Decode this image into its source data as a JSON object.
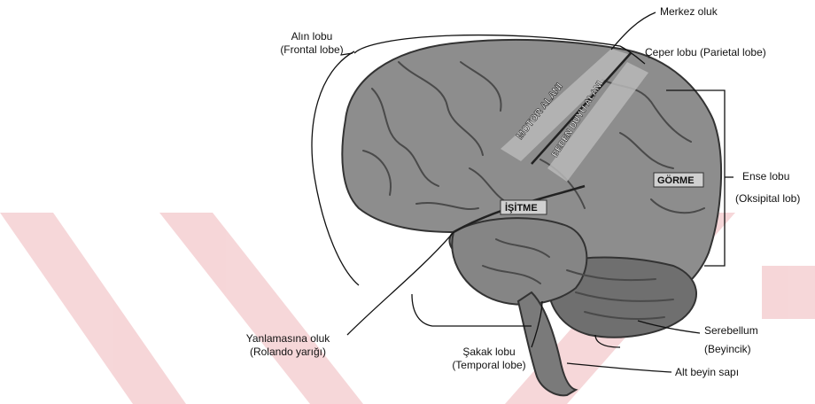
{
  "colors": {
    "watermark": "#f3c9cc",
    "brain": "#8d8d8d",
    "brain_dark": "#4a4a4a",
    "ink": "#111111"
  },
  "labels": {
    "frontal": {
      "tr": "Alın lobu",
      "en": "(Frontal lobe)"
    },
    "central_sulcus": "Merkez oluk",
    "parietal": "Çeper lobu (Parietal lobe)",
    "occipital": {
      "tr": "Ense lobu",
      "en": "(Oksipital lob)"
    },
    "lateral_sulcus": {
      "tr": "Yanlamasına oluk",
      "en": "(Rolando yarığı)"
    },
    "temporal": {
      "tr": "Şakak lobu",
      "en": "(Temporal lobe)"
    },
    "cerebellum": {
      "tr": "Serebellum",
      "en": "(Beyincik)"
    },
    "brainstem": "Alt beyin sapı"
  },
  "areas": {
    "motor": "MOTOR ALANI",
    "somatosensory": "BEDEN DUYU ALANI",
    "visual": "GÖRME",
    "auditory": "İŞİTME"
  }
}
